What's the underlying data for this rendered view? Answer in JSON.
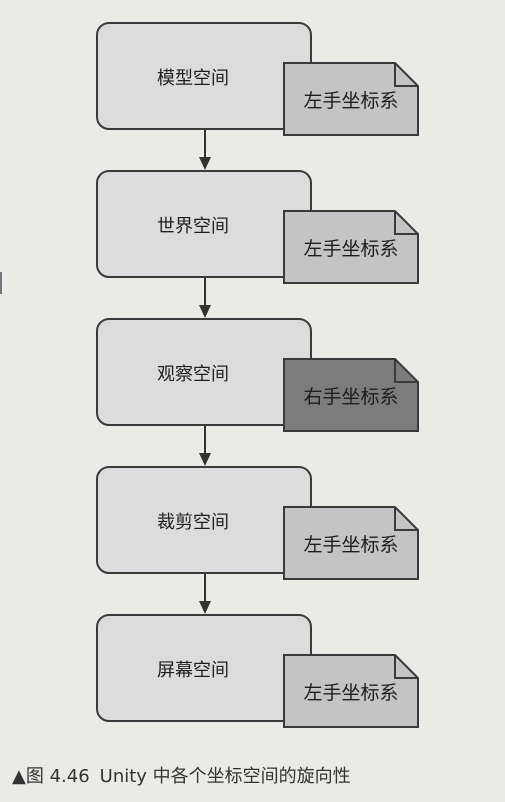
{
  "diagram": {
    "stages": [
      {
        "name": "模型空间",
        "handedness": "左手坐标系",
        "highlight": false
      },
      {
        "name": "世界空间",
        "handedness": "左手坐标系",
        "highlight": false
      },
      {
        "name": "观察空间",
        "handedness": "右手坐标系",
        "highlight": true
      },
      {
        "name": "裁剪空间",
        "handedness": "左手坐标系",
        "highlight": false
      },
      {
        "name": "屏幕空间",
        "handedness": "左手坐标系",
        "highlight": false
      }
    ]
  },
  "caption": {
    "figure_number": "▲图 4.46",
    "text": "Unity 中各个坐标空间的旋向性"
  },
  "colors": {
    "box_fill": "#dcdcdc",
    "doc_fill": "#c4c4c4",
    "doc_highlight_fill": "#7c7c7c",
    "outline": "#3a3a3a"
  }
}
